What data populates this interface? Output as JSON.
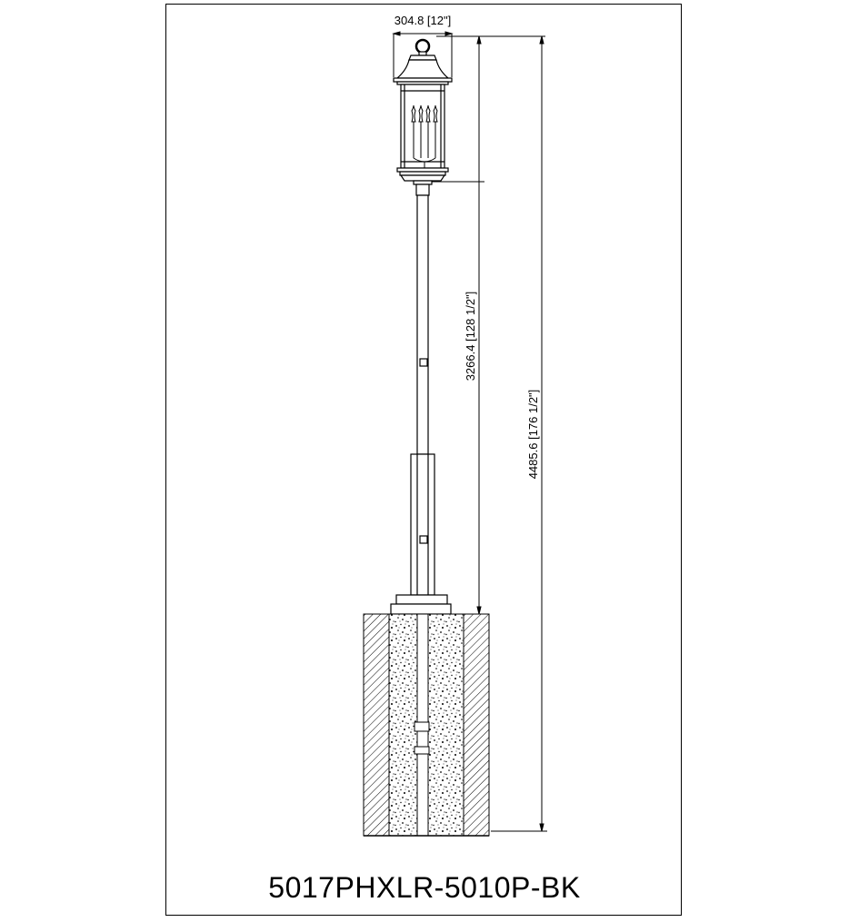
{
  "dimensions": {
    "width": "304.8 [12\"]",
    "pole_height": "3266.4 [128 1/2\"]",
    "overall_height": "4485.6 [176 1/2\"]"
  },
  "model_number": "5017PHXLR-5010P-BK"
}
